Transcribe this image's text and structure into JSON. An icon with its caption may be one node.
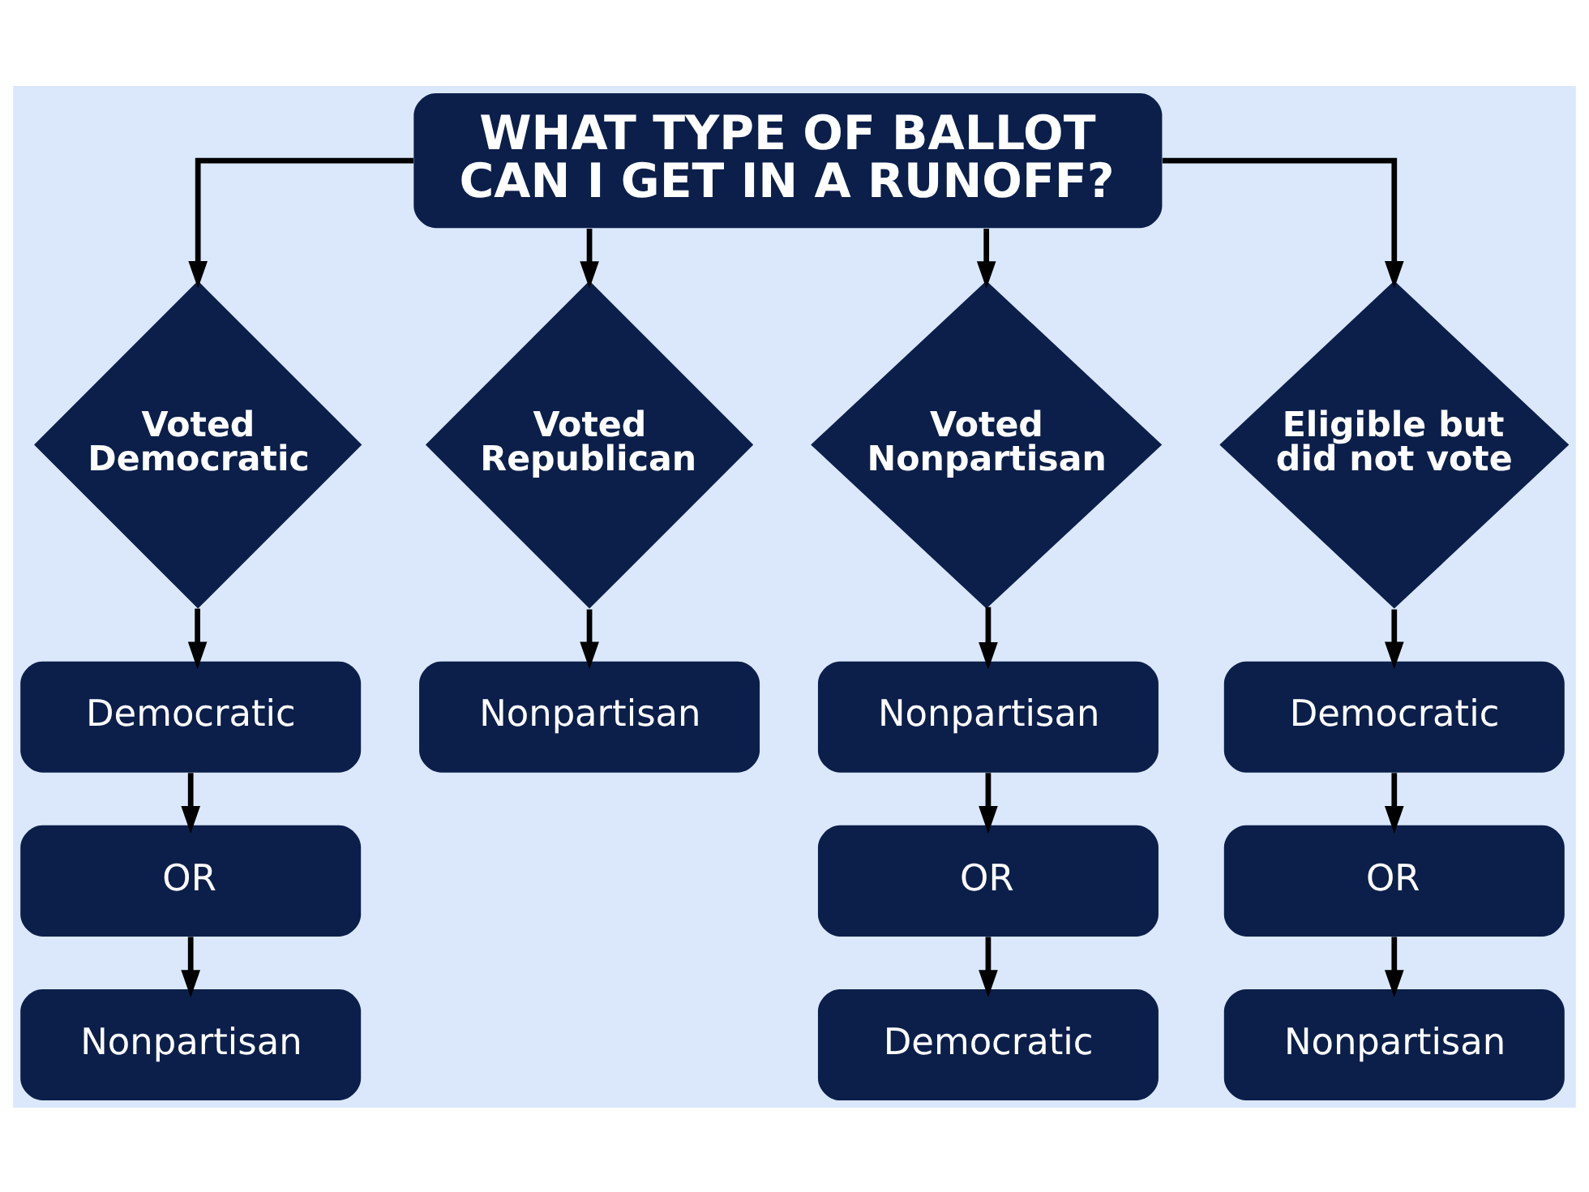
{
  "diagram": {
    "nodes": [
      {
        "text": [
          "WHAT TYPE OF BALLOT CAN I GET IN A RUNOFF?"
        ]
      },
      {
        "text": [
          "Voted Democratic"
        ]
      },
      {
        "text": [
          "Voted Republican"
        ]
      },
      {
        "text": [
          "Voted Nonpartisan"
        ]
      },
      {
        "text": [
          "Eligible but did not vote"
        ]
      },
      {
        "text": [
          "Democratic"
        ]
      },
      {
        "text": [
          "Nonpartisan"
        ]
      },
      {
        "text": [
          "Nonpartisan"
        ]
      },
      {
        "text": [
          "Democratic"
        ]
      },
      {
        "text": [
          "OR"
        ]
      },
      {
        "text": [
          "OR"
        ]
      },
      {
        "text": [
          "OR"
        ]
      },
      {
        "text": [
          "Nonpartisan"
        ]
      },
      {
        "text": [
          "Democratic"
        ]
      },
      {
        "text": [
          "Nonpartisan"
        ]
      }
    ],
    "edges": [
      {
        "from": 0,
        "to": 1,
        "arrow": "to"
      },
      {
        "from": 0,
        "to": 2,
        "arrow": "to"
      },
      {
        "from": 0,
        "to": 3,
        "arrow": "to"
      },
      {
        "from": 0,
        "to": 4,
        "arrow": "to"
      },
      {
        "from": 1,
        "to": 5,
        "arrow": "to"
      },
      {
        "from": 5,
        "to": 9,
        "arrow": "to"
      },
      {
        "from": 9,
        "to": 12,
        "arrow": "to"
      },
      {
        "from": 2,
        "to": 6,
        "arrow": "to"
      },
      {
        "from": 3,
        "to": 7,
        "arrow": "to"
      },
      {
        "from": 7,
        "to": 10,
        "arrow": "to"
      },
      {
        "from": 10,
        "to": 13,
        "arrow": "to"
      },
      {
        "from": 4,
        "to": 8,
        "arrow": "to"
      },
      {
        "from": 8,
        "to": 11,
        "arrow": "to"
      },
      {
        "from": 11,
        "to": 14,
        "arrow": "to"
      }
    ]
  }
}
